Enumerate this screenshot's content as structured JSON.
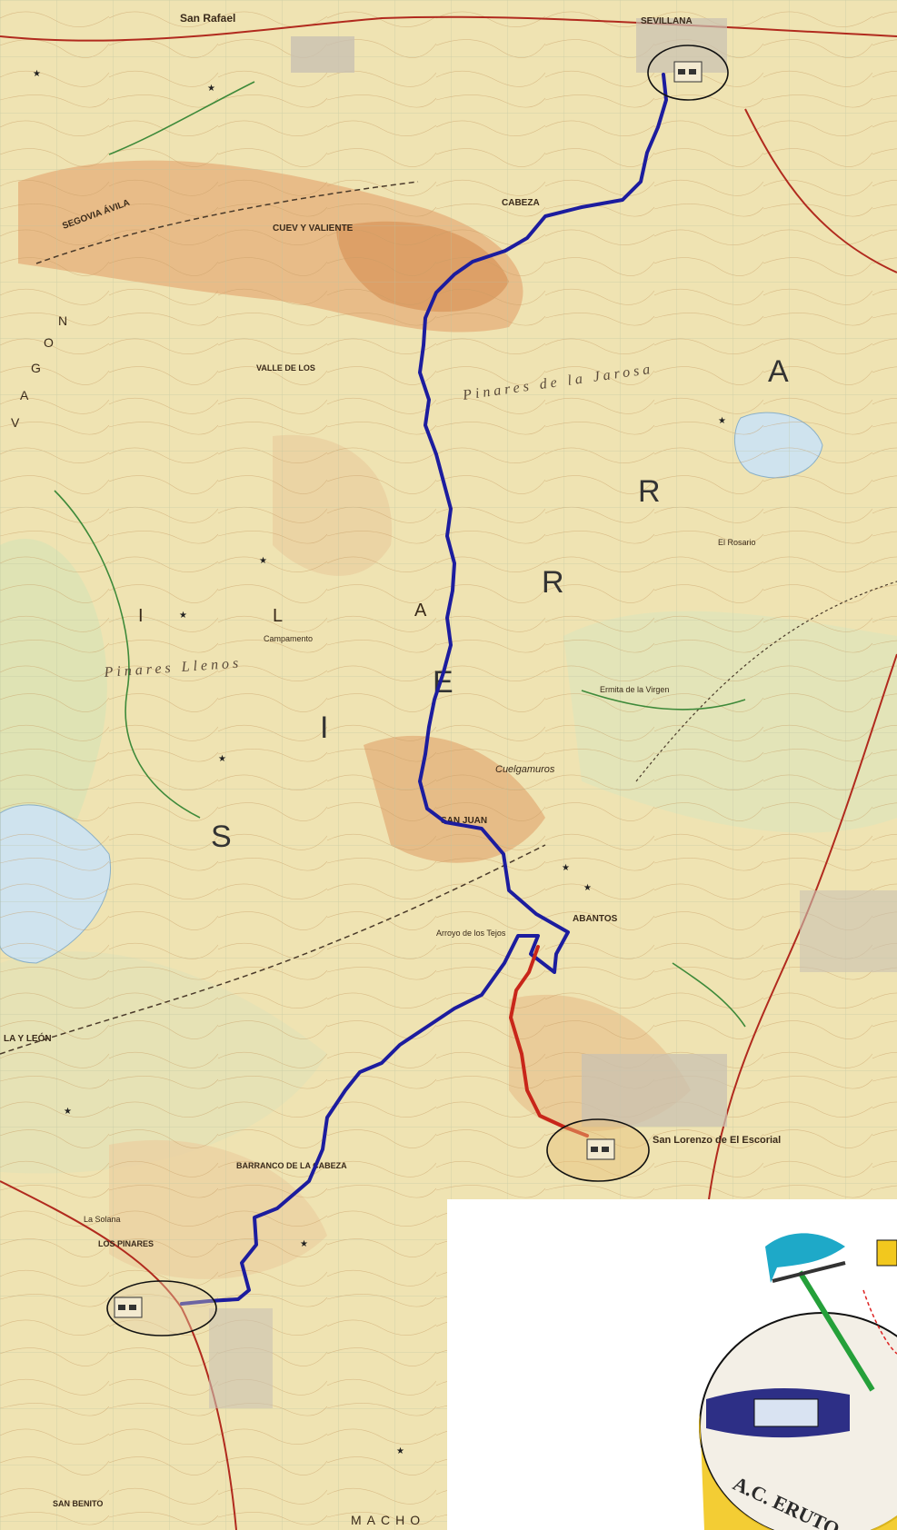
{
  "map": {
    "places": [
      {
        "id": "san-rafael",
        "text": "San Rafael"
      },
      {
        "id": "sevilla-la-nueva",
        "text": "SEVILLANA"
      },
      {
        "id": "cabeza",
        "text": "CABEZA"
      },
      {
        "id": "cuev-valiente",
        "text": "CUEV Y VALIENTE"
      },
      {
        "id": "segovia-avila",
        "text": "SEGOVIA ÁVILA"
      },
      {
        "id": "valle-de-los-lobos",
        "text": "VALLE DE LOS"
      },
      {
        "id": "pinares-de-la-jarosa",
        "text": "Pinares de la Jarosa"
      },
      {
        "id": "pinares-llenos",
        "text": "Pinares Llenos"
      },
      {
        "id": "san-juan",
        "text": "SAN JUAN"
      },
      {
        "id": "abantos",
        "text": "ABANTOS"
      },
      {
        "id": "san-lorenzo",
        "text": "San Lorenzo de El Escorial"
      },
      {
        "id": "barranco",
        "text": "BARRANCO DE LA CABEZA"
      },
      {
        "id": "los-pinares",
        "text": "LOS PINARES"
      },
      {
        "id": "san-benito",
        "text": "SAN BENITO"
      },
      {
        "id": "castilla-leon",
        "text": "LA Y LEÓN"
      },
      {
        "id": "ermita",
        "text": "Ermita de la Virgen"
      },
      {
        "id": "la-solana",
        "text": "La Solana"
      },
      {
        "id": "el-rosario",
        "text": "El Rosario"
      },
      {
        "id": "campamento",
        "text": "Campamento"
      },
      {
        "id": "cuelgamuros",
        "text": "Cuelgamuros"
      },
      {
        "id": "arroyo",
        "text": "Arroyo de los Tejos"
      }
    ],
    "sierra_letters": [
      "S",
      "I",
      "E",
      "R",
      "R",
      "A"
    ],
    "valle_letters": [
      "V",
      "A",
      "G",
      "O",
      "N"
    ],
    "ial_letters": [
      "I",
      "A",
      "L"
    ],
    "macho_text": "MACHO",
    "routes": [
      {
        "name": "",
        "color": "#1c1c9e"
      },
      {
        "name": "",
        "color": "#c8261a"
      }
    ],
    "markers": [
      "start-refuge",
      "end-refuge",
      "alt-refuge"
    ],
    "logo_text": "A.C. ERUTO"
  }
}
